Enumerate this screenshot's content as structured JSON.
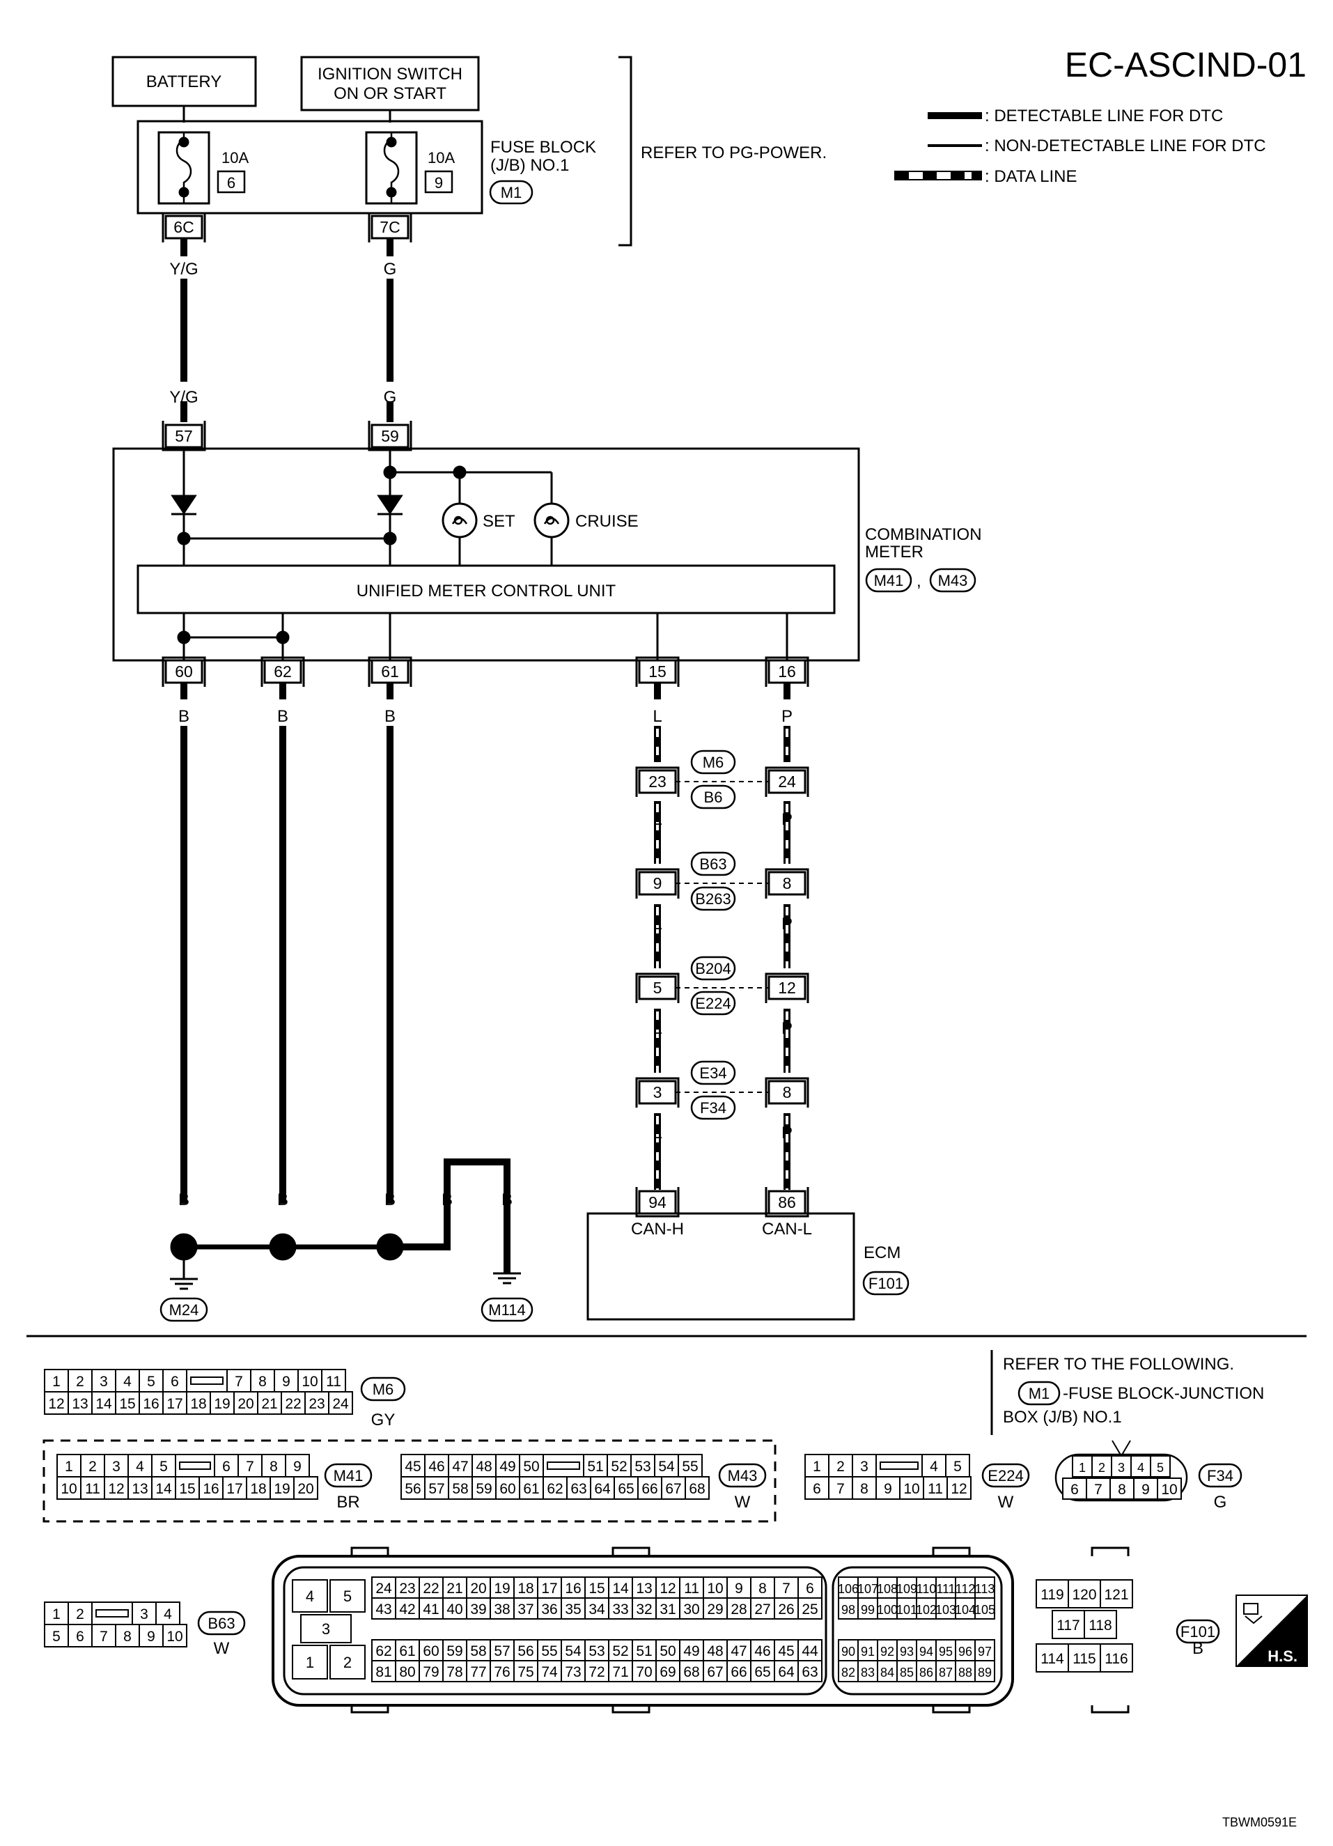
{
  "header": {
    "code": "EC-ASCIND-01",
    "legend": [
      {
        "style": "thick",
        "text": ": DETECTABLE LINE FOR DTC"
      },
      {
        "style": "thin",
        "text": ": NON-DETECTABLE LINE FOR DTC"
      },
      {
        "style": "data",
        "text": ": DATA LINE"
      }
    ]
  },
  "power": {
    "battery": "BATTERY",
    "ignition_line1": "IGNITION SWITCH",
    "ignition_line2": "ON OR START",
    "fuse_block_line1": "FUSE BLOCK",
    "fuse_block_line2": "(J/B) NO.1",
    "fuse_block_conn": "M1",
    "refer_power": "REFER TO PG-POWER.",
    "fuse1_amp": "10A",
    "fuse1_no": "6",
    "fuse1_term": "6C",
    "fuse2_amp": "10A",
    "fuse2_no": "9",
    "fuse2_term": "7C",
    "wire1_color": "Y/G",
    "wire2_color": "G"
  },
  "meter": {
    "name_line1": "COMBINATION",
    "name_line2": "METER",
    "conn1": "M41",
    "conn_sep": ",",
    "conn2": "M43",
    "control_unit": "UNIFIED METER CONTROL UNIT",
    "lamp_set": "SET",
    "lamp_cruise": "CRUISE",
    "pin_in1": "57",
    "pin_in2": "59",
    "ground_pins": [
      "60",
      "62",
      "61"
    ],
    "ground_color": "B",
    "can_h_pin": "15",
    "can_l_pin": "16",
    "can_h_color": "L",
    "can_l_color": "P"
  },
  "can_connectors": [
    {
      "left_pin": "23",
      "right_pin": "24",
      "top": "M6",
      "bottom": "B6"
    },
    {
      "left_pin": "9",
      "right_pin": "8",
      "top": "B63",
      "bottom": "B263"
    },
    {
      "left_pin": "5",
      "right_pin": "12",
      "top": "B204",
      "bottom": "E224"
    },
    {
      "left_pin": "3",
      "right_pin": "8",
      "top": "E34",
      "bottom": "F34"
    }
  ],
  "ecm": {
    "name": "ECM",
    "conn": "F101",
    "pin_h": "94",
    "pin_l": "86",
    "label_h": "CAN-H",
    "label_l": "CAN-L"
  },
  "grounds": {
    "g1": "M24",
    "g2": "M114",
    "wire_color": "B"
  },
  "connector_views": {
    "m6": {
      "id": "M6",
      "color": "GY",
      "row1": [
        "1",
        "2",
        "3",
        "4",
        "5",
        "6",
        "KEY",
        "7",
        "8",
        "9",
        "10",
        "11"
      ],
      "row2": [
        "12",
        "13",
        "14",
        "15",
        "16",
        "17",
        "18",
        "19",
        "20",
        "21",
        "22",
        "23",
        "24"
      ]
    },
    "m41": {
      "id": "M41",
      "color": "BR",
      "row1": [
        "1",
        "2",
        "3",
        "4",
        "5",
        "KEY",
        "6",
        "7",
        "8",
        "9"
      ],
      "row2": [
        "10",
        "11",
        "12",
        "13",
        "14",
        "15",
        "16",
        "17",
        "18",
        "19",
        "20"
      ]
    },
    "m43": {
      "id": "M43",
      "color": "W",
      "row1": [
        "45",
        "46",
        "47",
        "48",
        "49",
        "50",
        "KEY",
        "51",
        "52",
        "53",
        "54",
        "55"
      ],
      "row2": [
        "56",
        "57",
        "58",
        "59",
        "60",
        "61",
        "62",
        "63",
        "64",
        "65",
        "66",
        "67",
        "68"
      ]
    },
    "e224": {
      "id": "E224",
      "color": "W",
      "row1": [
        "1",
        "2",
        "3",
        "KEY",
        "4",
        "5"
      ],
      "row2": [
        "6",
        "7",
        "8",
        "9",
        "10",
        "11",
        "12"
      ]
    },
    "f34": {
      "id": "F34",
      "color": "G",
      "row1": [
        "1",
        "2",
        "3",
        "4",
        "5"
      ],
      "row2": [
        "6",
        "7",
        "8",
        "9",
        "10"
      ]
    },
    "b63": {
      "id": "B63",
      "color": "W",
      "row1": [
        "1",
        "2",
        "KEY",
        "3",
        "4"
      ],
      "row2": [
        "5",
        "6",
        "7",
        "8",
        "9",
        "10"
      ]
    },
    "f101": {
      "id": "F101",
      "color": "B",
      "block_a": [
        "4",
        "5",
        "3",
        "1",
        "2"
      ],
      "a_r1": [
        "24",
        "23",
        "22",
        "21",
        "20",
        "19",
        "18",
        "17",
        "16",
        "15",
        "14",
        "13",
        "12",
        "11",
        "10",
        "9",
        "8",
        "7",
        "6"
      ],
      "a_r2": [
        "43",
        "42",
        "41",
        "40",
        "39",
        "38",
        "37",
        "36",
        "35",
        "34",
        "33",
        "32",
        "31",
        "30",
        "29",
        "28",
        "27",
        "26",
        "25"
      ],
      "a_r3": [
        "62",
        "61",
        "60",
        "59",
        "58",
        "57",
        "56",
        "55",
        "54",
        "53",
        "52",
        "51",
        "50",
        "49",
        "48",
        "47",
        "46",
        "45",
        "44"
      ],
      "a_r4": [
        "81",
        "80",
        "79",
        "78",
        "77",
        "76",
        "75",
        "74",
        "73",
        "72",
        "71",
        "70",
        "69",
        "68",
        "67",
        "66",
        "65",
        "64",
        "63"
      ],
      "b_r1": [
        "106",
        "107",
        "108",
        "109",
        "110",
        "111",
        "112",
        "113"
      ],
      "b_r2": [
        "98",
        "99",
        "100",
        "101",
        "102",
        "103",
        "104",
        "105"
      ],
      "b_r3": [
        "90",
        "91",
        "92",
        "93",
        "94",
        "95",
        "96",
        "97"
      ],
      "b_r4": [
        "82",
        "83",
        "84",
        "85",
        "86",
        "87",
        "88",
        "89"
      ],
      "c_r1": [
        "119",
        "120",
        "121"
      ],
      "c_r2": [
        "117",
        "118"
      ],
      "c_r3": [
        "114",
        "115",
        "116"
      ]
    }
  },
  "refer": {
    "line1": "REFER TO THE FOLLOWING.",
    "conn": "M1",
    "line2": "-FUSE BLOCK-JUNCTION",
    "line3": "BOX (J/B) NO.1"
  },
  "hs_badge": "H.S.",
  "figure_code": "TBWM0591E"
}
